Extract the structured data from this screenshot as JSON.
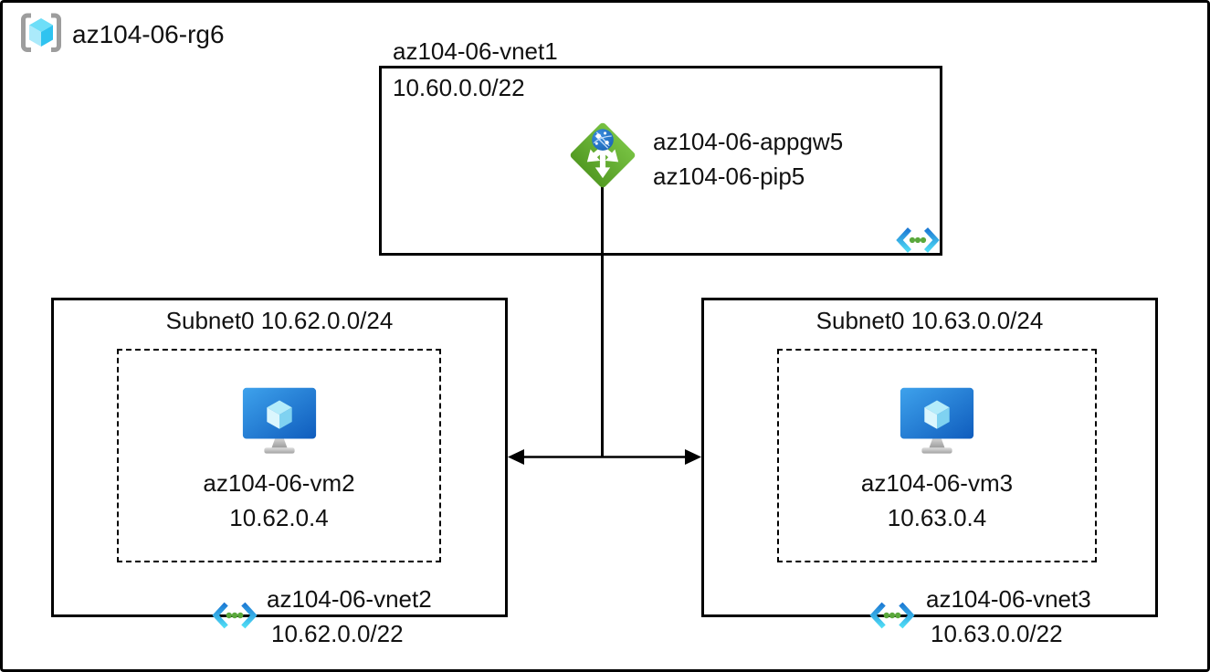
{
  "resource_group": {
    "label": "az104-06-rg6"
  },
  "vnet1": {
    "label": "az104-06-vnet1",
    "cidr": "10.60.0.0/22",
    "app_gateway": {
      "name": "az104-06-appgw5",
      "public_ip": "az104-06-pip5"
    }
  },
  "subnet_left": {
    "title": "Subnet0 10.62.0.0/24",
    "vm_name": "az104-06-vm2",
    "vm_ip": "10.62.0.4",
    "vnet_name": "az104-06-vnet2",
    "vnet_cidr": "10.62.0.0/22"
  },
  "subnet_right": {
    "title": "Subnet0 10.63.0.0/24",
    "vm_name": "az104-06-vm3",
    "vm_ip": "10.63.0.4",
    "vnet_name": "az104-06-vnet3",
    "vnet_cidr": "10.63.0.0/22"
  },
  "icons": {
    "resource_group": "resource-group-icon",
    "application_gateway": "application-gateway-icon",
    "virtual_network": "virtual-network-icon",
    "virtual_machine": "virtual-machine-icon"
  },
  "colors": {
    "outline": "#000000",
    "appgw_green_light": "#77c142",
    "appgw_green_dark": "#539b23",
    "globe_blue": "#1f72c8",
    "vnet_blue": "#1d7ad4",
    "vnet_cyan": "#50ddf5",
    "vnet_dot_green": "#5aa83c",
    "vm_blue_light": "#3ea2ec",
    "vm_blue_dark": "#0f5cbd",
    "cube_top": "#6edef8",
    "cube_left": "#abeafb",
    "cube_right": "#2fc3f0",
    "bracket_gray": "#9d9d9d"
  }
}
